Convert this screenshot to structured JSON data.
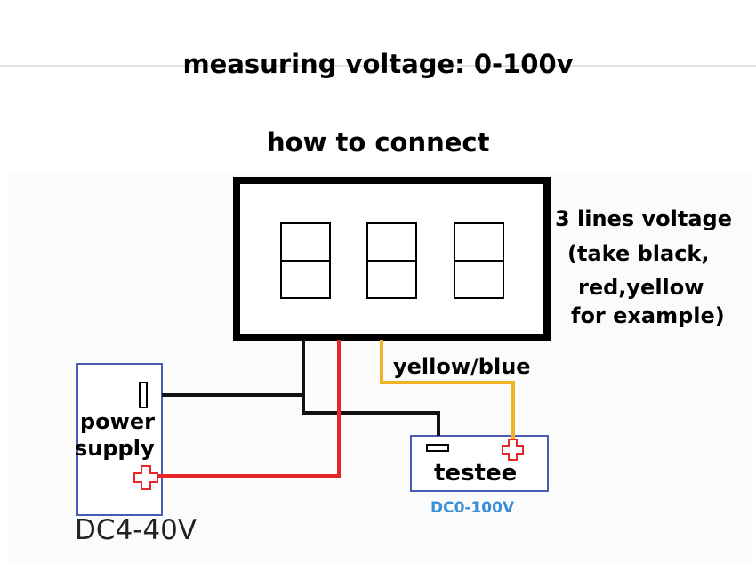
{
  "header": {
    "title": "measuring voltage: 0-100v",
    "subtitle": "how to connect"
  },
  "notes": {
    "line1": "3 lines voltage",
    "line2": "(take black,",
    "line3": "red,yellow",
    "line4": "for example)"
  },
  "wires": {
    "signal_label": "yellow/blue"
  },
  "power_supply": {
    "label_line1": "power",
    "label_line2": "supply",
    "voltage": "DC4-40V"
  },
  "testee": {
    "label": "testee",
    "voltage": "DC0-100V"
  },
  "colors": {
    "wire_black": "#111111",
    "wire_red": "#e8262a",
    "wire_yellow": "#f0b323",
    "box_border": "#4a5bb5",
    "testee_voltage_text": "#3a8fd6",
    "positive_terminal": "#e8262a"
  }
}
